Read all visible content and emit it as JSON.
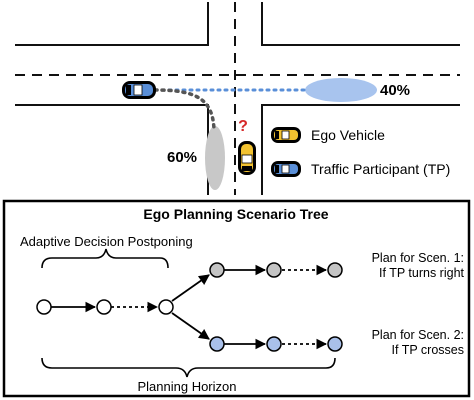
{
  "intersection": {
    "prob_right": "40%",
    "prob_left": "60%",
    "question_mark": "?",
    "legend": {
      "ego_label": "Ego Vehicle",
      "tp_label": "Traffic Participant (TP)"
    },
    "colors": {
      "ego_car": "#f2c230",
      "tp_car": "#5a8fd8",
      "prob_blue": "#a8c4ee",
      "prob_gray": "#c8c8c8",
      "question": "#d62828",
      "path": "#5a8fd8"
    }
  },
  "tree": {
    "title": "Ego Planning Scenario Tree",
    "adaptive_label": "Adaptive Decision Postponing",
    "planning_label": "Planning Horizon",
    "plan1_line1": "Plan for Scen. 1:",
    "plan1_line2": "If TP turns right",
    "plan2_line1": "Plan for Scen. 2:",
    "plan2_line2": "If TP crosses",
    "colors": {
      "node_white": "#ffffff",
      "node_gray": "#c4c4c4",
      "node_blue": "#a9c0ea"
    }
  }
}
